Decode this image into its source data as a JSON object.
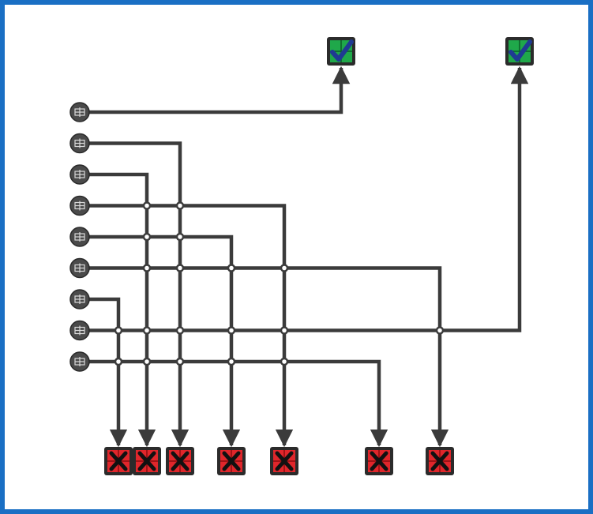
{
  "diagram": {
    "frame_color": "#1a6fc4",
    "wire_color": "#3b3b3b",
    "sources": {
      "count": 9,
      "icon": "gear-node-icon",
      "color": "#4a4a4a"
    },
    "pass_sinks": {
      "count": 2,
      "icon": "check-mark-icon",
      "fill": "#1fa84a",
      "mark_color": "#1f3a93"
    },
    "fail_sinks": {
      "count": 7,
      "icon": "x-mark-icon",
      "fill": "#e0262b",
      "mark_color": "#111111"
    },
    "connections": [
      {
        "source": 1,
        "target": "pass-1"
      },
      {
        "source": 2,
        "target": "fail-3"
      },
      {
        "source": 3,
        "target": "fail-2"
      },
      {
        "source": 4,
        "target": "fail-5"
      },
      {
        "source": 5,
        "target": "fail-4"
      },
      {
        "source": 6,
        "target": "fail-7"
      },
      {
        "source": 7,
        "target": "fail-1"
      },
      {
        "source": 8,
        "target": "pass-2"
      },
      {
        "source": 9,
        "target": "fail-6"
      }
    ]
  }
}
